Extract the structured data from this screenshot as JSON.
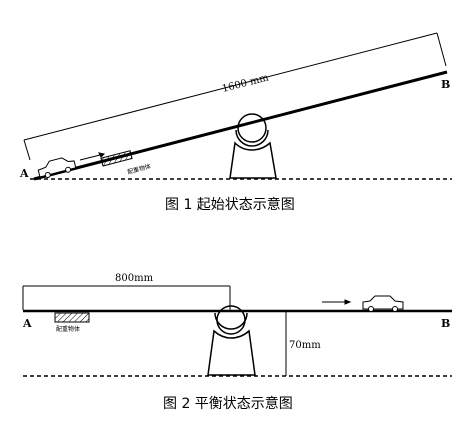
{
  "figure1": {
    "caption": "图 1 起始状态示意图",
    "point_a": "A",
    "point_b": "B",
    "length_label": "1600 mm",
    "block_label": "配重物体"
  },
  "figure2": {
    "caption": "图 2 平衡状态示意图",
    "point_a": "A",
    "point_b": "B",
    "length_label": "800mm",
    "height_label": "70mm",
    "block_label": "配重物体"
  }
}
